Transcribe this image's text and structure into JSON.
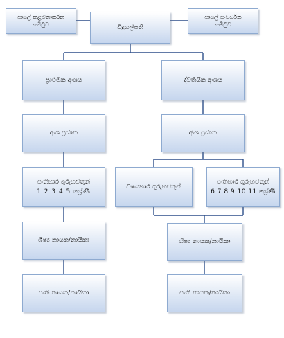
{
  "principal": "විදුහල්පති",
  "management_committee": [
    "පාසල් කළමනාකරන",
    "කමිටුව"
  ],
  "development_committee": [
    "පාසල් සංවර්ධන",
    "කමිටුව"
  ],
  "primary": {
    "section": "ප්‍රාථමික අංශය",
    "section_head": "අංශ ප්‍රධාන",
    "class_teachers": "පංතිභාර ගුරුභවතුන්",
    "grades": "1 2 3 4 5 ශ්‍රේණි",
    "prefects": "ශිෂ්‍ය නායක/නායිකා",
    "class_monitors": "පංති නායක/නායිකා"
  },
  "secondary": {
    "section": "ද්විතියික අංශය",
    "section_head": "අංශ ප්‍රධාන",
    "subject_teachers": "විෂයභාර ගුරුභවතුන්",
    "class_teachers": "පංතිභාර ගුරුභවතුන්",
    "grades": "6 7 8 9 10 11 ශ්‍රේණි",
    "prefects": "ශිෂ්‍ය නායක/නායිකා",
    "class_monitors": "පංති නායක/නායිකා"
  },
  "colors": {
    "connector": "#2e4f8a",
    "box_border": "#8eaad0",
    "box_fill_top": "#ffffff",
    "box_fill_bottom": "#c6d6ee"
  }
}
